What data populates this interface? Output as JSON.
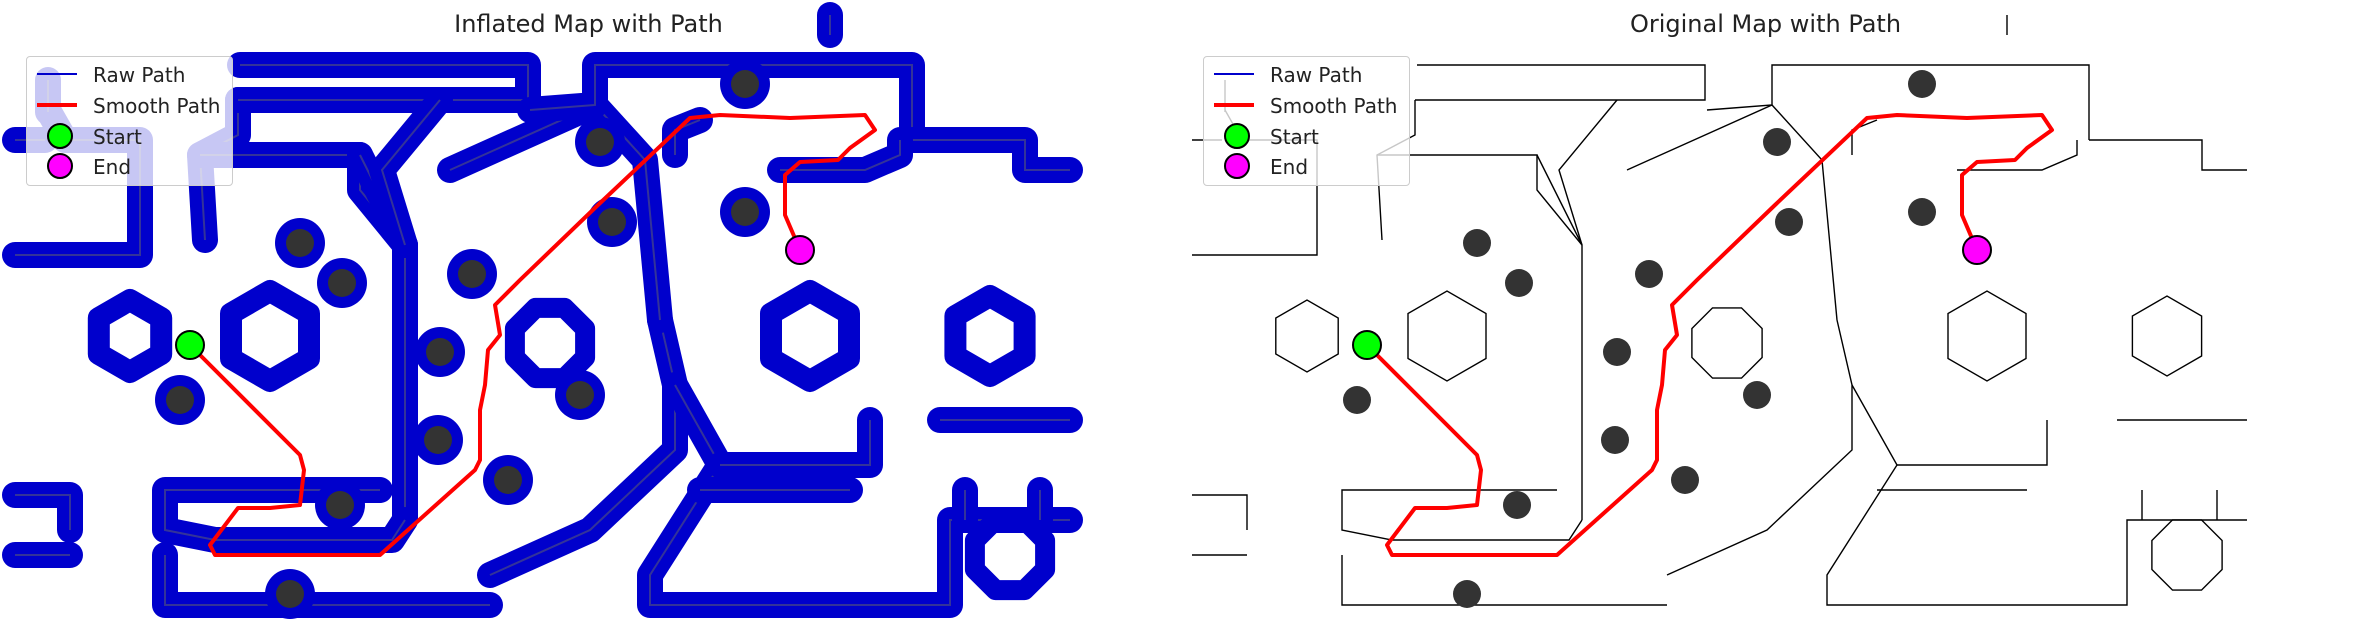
{
  "chart_data": [
    {
      "type": "map",
      "title": "Inflated Map with Path",
      "legend": {
        "placement": "top-left",
        "entries": [
          {
            "label": "Raw Path",
            "color": "#0000cc",
            "style": "thin-line"
          },
          {
            "label": "Smooth Path",
            "color": "#ff0000",
            "style": "thick-line"
          },
          {
            "label": "Start",
            "color": "#00ff00",
            "style": "circle"
          },
          {
            "label": "End",
            "color": "#ff00ff",
            "style": "circle"
          }
        ]
      },
      "colors": {
        "obstacle": "#0000cc",
        "wall_core": "#333399",
        "pillar": "#333333"
      },
      "start": [
        190,
        345
      ],
      "end": [
        800,
        250
      ],
      "path": [
        [
          190,
          345
        ],
        [
          300,
          455
        ],
        [
          304,
          470
        ],
        [
          300,
          505
        ],
        [
          270,
          508
        ],
        [
          238,
          508
        ],
        [
          210,
          545
        ],
        [
          215,
          555
        ],
        [
          380,
          555
        ],
        [
          475,
          470
        ],
        [
          480,
          460
        ],
        [
          480,
          410
        ],
        [
          485,
          385
        ],
        [
          488,
          350
        ],
        [
          500,
          335
        ],
        [
          495,
          305
        ],
        [
          520,
          280
        ],
        [
          598,
          205
        ],
        [
          690,
          118
        ],
        [
          720,
          115
        ],
        [
          790,
          118
        ],
        [
          865,
          115
        ],
        [
          875,
          130
        ],
        [
          850,
          148
        ],
        [
          838,
          160
        ],
        [
          800,
          162
        ],
        [
          785,
          175
        ],
        [
          785,
          215
        ],
        [
          800,
          250
        ]
      ]
    },
    {
      "type": "map",
      "title": "Original Map with Path",
      "legend": {
        "placement": "top-left",
        "entries": [
          {
            "label": "Raw Path",
            "color": "#0000cc",
            "style": "thin-line"
          },
          {
            "label": "Smooth Path",
            "color": "#ff0000",
            "style": "thick-line"
          },
          {
            "label": "Start",
            "color": "#00ff00",
            "style": "circle"
          },
          {
            "label": "End",
            "color": "#ff00ff",
            "style": "circle"
          }
        ]
      },
      "colors": {
        "obstacle": "#000000",
        "pillar": "#333333"
      },
      "start": [
        190,
        345
      ],
      "end": [
        800,
        250
      ],
      "path": [
        [
          190,
          345
        ],
        [
          300,
          455
        ],
        [
          304,
          470
        ],
        [
          300,
          505
        ],
        [
          270,
          508
        ],
        [
          238,
          508
        ],
        [
          210,
          545
        ],
        [
          215,
          555
        ],
        [
          380,
          555
        ],
        [
          475,
          470
        ],
        [
          480,
          460
        ],
        [
          480,
          410
        ],
        [
          485,
          385
        ],
        [
          488,
          350
        ],
        [
          500,
          335
        ],
        [
          495,
          305
        ],
        [
          520,
          280
        ],
        [
          598,
          205
        ],
        [
          690,
          118
        ],
        [
          720,
          115
        ],
        [
          790,
          118
        ],
        [
          865,
          115
        ],
        [
          875,
          130
        ],
        [
          850,
          148
        ],
        [
          838,
          160
        ],
        [
          800,
          162
        ],
        [
          785,
          175
        ],
        [
          785,
          215
        ],
        [
          800,
          250
        ]
      ]
    }
  ]
}
